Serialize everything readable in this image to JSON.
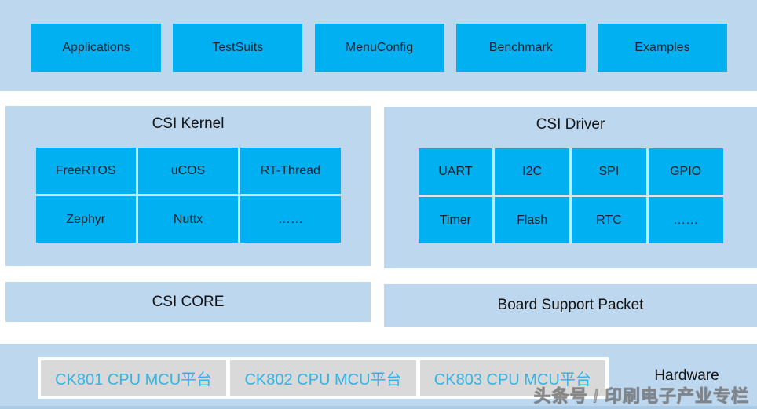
{
  "top_band": {
    "items": [
      "Applications",
      "TestSuits",
      "MenuConfig",
      "Benchmark",
      "Examples"
    ]
  },
  "panels": {
    "kernel": {
      "title": "CSI Kernel",
      "grid": [
        [
          "FreeRTOS",
          "uCOS",
          "RT-Thread"
        ],
        [
          "Zephyr",
          "Nuttx",
          "……"
        ]
      ]
    },
    "driver": {
      "title": "CSI Driver",
      "grid": [
        [
          "UART",
          "I2C",
          "SPI",
          "GPIO"
        ],
        [
          "Timer",
          "Flash",
          "RTC",
          "……"
        ]
      ]
    }
  },
  "bars": {
    "core": "CSI CORE",
    "bsp": "Board Support Packet"
  },
  "hardware_band": {
    "label": "Hardware",
    "platforms": [
      "CK801 CPU MCU平台",
      "CK802 CPU MCU平台",
      "CK803 CPU MCU平台"
    ]
  },
  "watermark": "头条号 / 印刷电子产业专栏",
  "colors": {
    "band_background": "#bdd7ee",
    "block_cyan": "#00b0f0",
    "platform_box_gray": "#d9d9d9",
    "platform_text_cyan": "#35b4e5",
    "dark_text": "#141414",
    "watermark_gray": "#808080"
  }
}
